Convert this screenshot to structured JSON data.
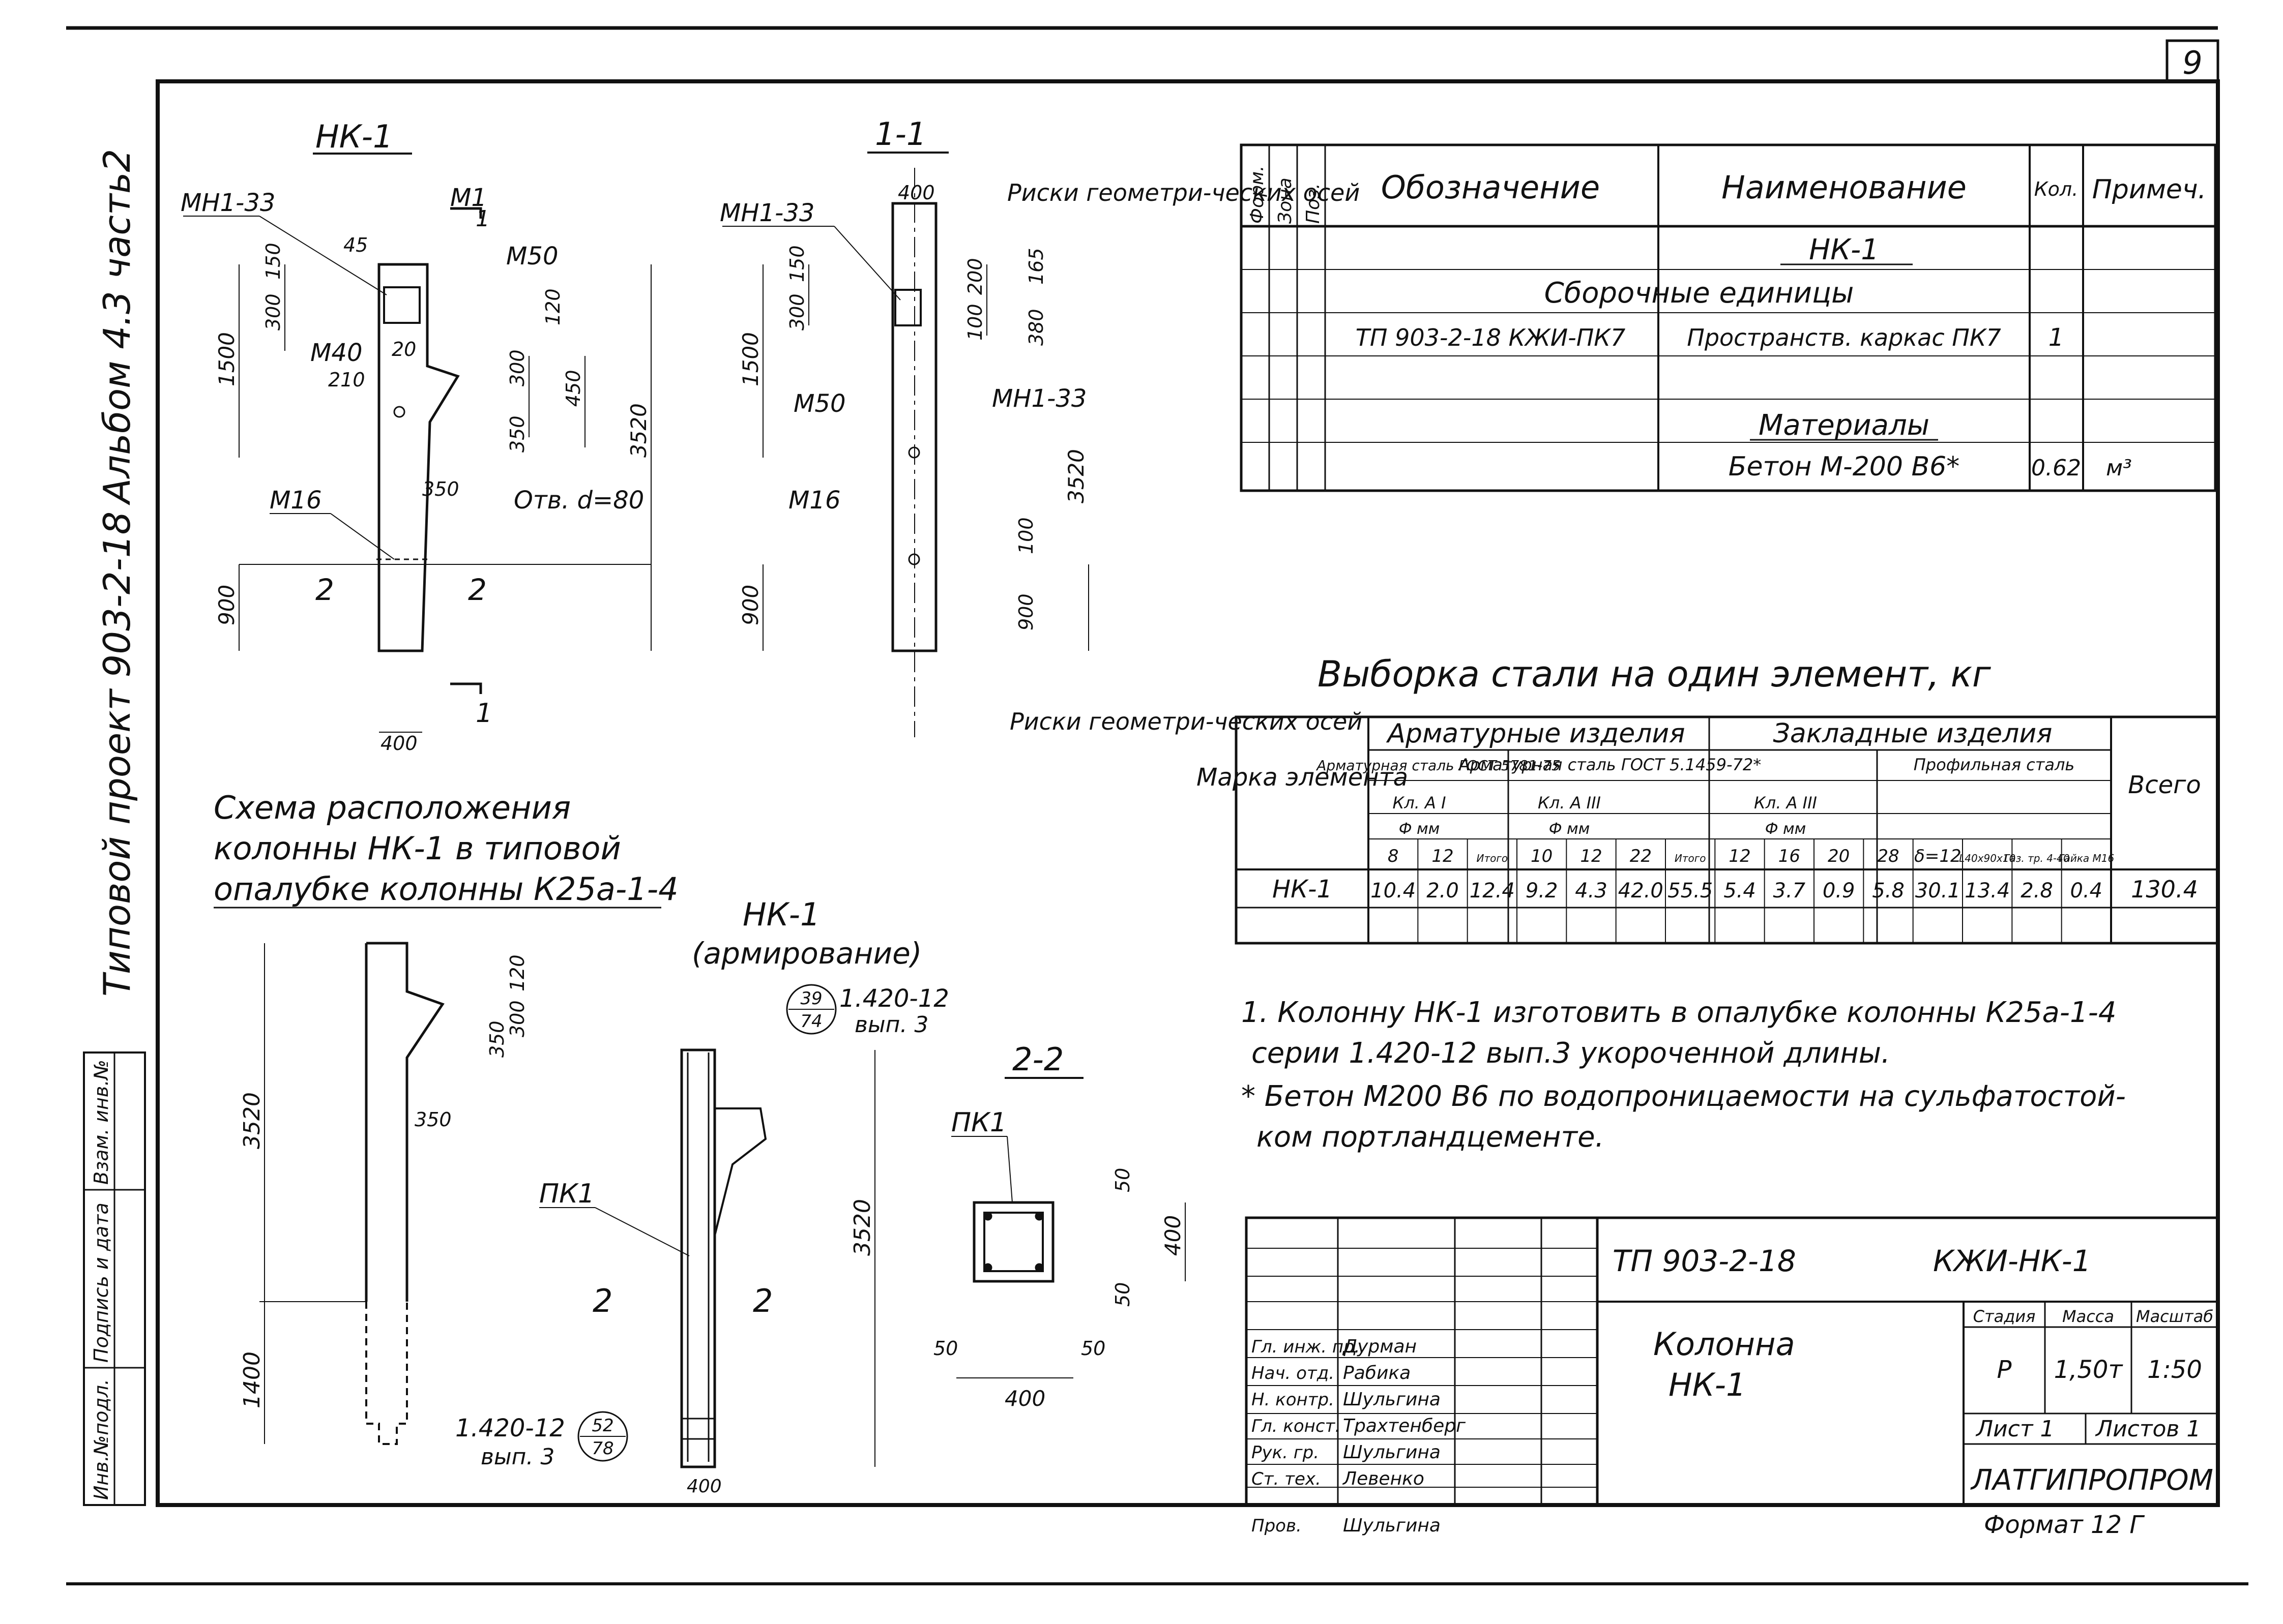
{
  "sheet_number": "9",
  "side_captions": {
    "album": "Альбом 4.3 часть2",
    "project": "Типовой проект 903-2-18"
  },
  "side_stamp_cols": [
    "Инв.№подл.",
    "Подпись и дата",
    "Взам. инв.№"
  ],
  "views": {
    "nk1": {
      "title": "НК-1",
      "labels": [
        "МН1-33",
        "М1",
        "М50",
        "М40",
        "М16",
        "Отв. d=80",
        "1"
      ],
      "section_marks": [
        "2",
        "2",
        "1"
      ],
      "dims": [
        "45",
        "150",
        "300",
        "1500",
        "20",
        "210",
        "120",
        "300",
        "450",
        "350",
        "350",
        "3520",
        "900",
        "400"
      ]
    },
    "sec11": {
      "title": "1-1",
      "labels": [
        "МН1-33",
        "М50",
        "МН1-33",
        "М16"
      ],
      "risks_top": "Риски геометри-ческих осей",
      "risks_bottom": "Риски геометри-ческих осей",
      "dims": [
        "400",
        "150",
        "300",
        "200",
        "165",
        "100",
        "380",
        "1500",
        "3520",
        "900",
        "100",
        "900"
      ]
    },
    "scheme": {
      "title_lines": [
        "Схема расположения",
        "колонны НК-1 в типовой",
        "опалубке колонны К25а-1-4"
      ],
      "dims": [
        "120",
        "300",
        "350",
        "350",
        "3520",
        "1400"
      ]
    },
    "reinforcement": {
      "title": "НК-1",
      "subtitle": "(армирование)",
      "ref_top": "1.420-12",
      "ref_top_sub": "вып. 3",
      "circle_top": [
        "39",
        "74"
      ],
      "ref_bottom": "1.420-12",
      "ref_bottom_sub": "вып. 3",
      "circle_bottom": [
        "52",
        "78"
      ],
      "label": "ПК1",
      "section_marks": [
        "2",
        "2"
      ],
      "dims": [
        "3520",
        "400"
      ]
    },
    "sec22": {
      "title": "2-2",
      "label": "ПК1",
      "dims": [
        "50",
        "400",
        "50",
        "50",
        "50",
        "400"
      ]
    }
  },
  "spec_table": {
    "headers": [
      "Форм.",
      "Зона",
      "Поз.",
      "Обозначение",
      "Наименование",
      "Кол.",
      "Примеч."
    ],
    "rows": [
      {
        "oboz": "",
        "name": "НК-1",
        "qty": "",
        "note": "",
        "section": true
      },
      {
        "oboz": "",
        "name": "Сборочные единицы",
        "qty": "",
        "note": "",
        "section": true
      },
      {
        "oboz": "ТП 903-2-18 КЖИ-ПК7",
        "name": "Пространств. каркас ПК7",
        "qty": "1",
        "note": ""
      },
      {
        "oboz": "",
        "name": "",
        "qty": "",
        "note": ""
      },
      {
        "oboz": "",
        "name": "Материалы",
        "qty": "",
        "note": "",
        "section": true
      },
      {
        "oboz": "",
        "name": "Бетон М-200 В6*",
        "qty": "0.62",
        "note": "м³"
      }
    ]
  },
  "steel_table": {
    "title": "Выборка стали на один элемент, кг",
    "marka": "Марка элемента",
    "vsego": "Всего",
    "groups": [
      "Арматурные изделия",
      "Закладные изделия"
    ],
    "subgroups": [
      "Арматурная сталь ГОСТ 5781-75",
      "Арматурная сталь ГОСТ 5.1459-72*",
      "Профильная сталь"
    ],
    "classes": [
      "Кл. А I",
      "Кл. А III",
      "Кл. А III"
    ],
    "phi": [
      "Ф мм",
      "Ф мм",
      "Ф мм"
    ],
    "col_headers": [
      "8",
      "12",
      "Итого",
      "10",
      "12",
      "22",
      "Итого",
      "12",
      "16",
      "20",
      "28",
      "δ=12",
      "L40x90x10",
      "Газ. тр. 4-40",
      "Гайка М16"
    ],
    "rows": [
      {
        "marka": "НК-1",
        "values": [
          "10.4",
          "2.0",
          "12.4",
          "9.2",
          "4.3",
          "42.0",
          "55.5",
          "5.4",
          "3.7",
          "0.9",
          "5.8",
          "30.1",
          "13.4",
          "2.8",
          "0.4"
        ],
        "total": "130.4"
      }
    ]
  },
  "notes": [
    "1. Колонну НК-1 изготовить в опалубке колонны К25а-1-4",
    "серии 1.420-12 вып.3 укороченной длины.",
    "* Бетон М200 В6 по водопроницаемости на сульфатостой-",
    "ком портландцементе."
  ],
  "title_block": {
    "code": "ТП 903-2-18",
    "doc": "КЖИ-НК-1",
    "name_lines": [
      "Колонна",
      "НК-1"
    ],
    "stadia_h": "Стадия",
    "massa_h": "Масса",
    "masshtab_h": "Масштаб",
    "stadia": "Р",
    "massa": "1,50т",
    "masshtab": "1:50",
    "list": "Лист 1",
    "listov": "Листов 1",
    "org": "ЛАТГИПРОПРОМ",
    "format": "Формат 12 Г",
    "people": [
      {
        "role": "Гл. инж. пр.",
        "name": "Дурман"
      },
      {
        "role": "Нач. отд.",
        "name": "Рабика"
      },
      {
        "role": "Н. контр.",
        "name": "Шульгина"
      },
      {
        "role": "Гл. конст.",
        "name": "Трахтенберг"
      },
      {
        "role": "Рук. гр.",
        "name": "Шульгина"
      },
      {
        "role": "Ст. тех.",
        "name": "Левенко"
      },
      {
        "role": "Пров.",
        "name": "Шульгина"
      }
    ]
  }
}
